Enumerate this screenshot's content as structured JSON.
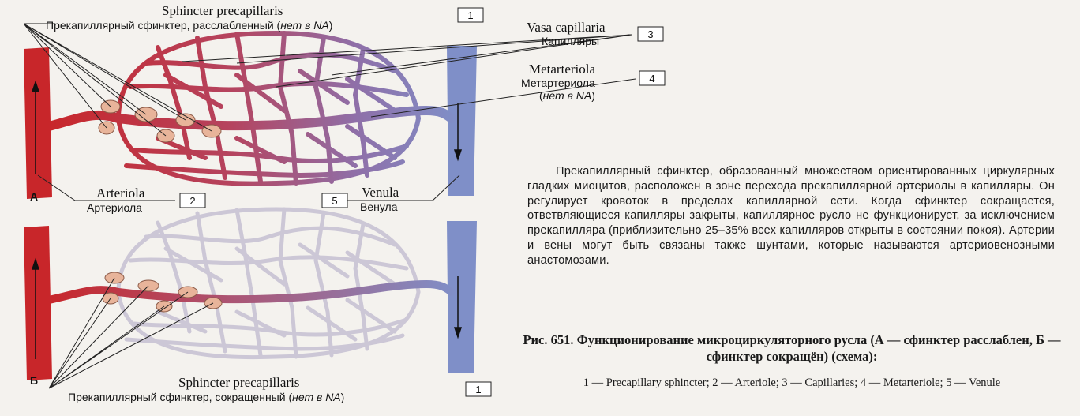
{
  "labels": {
    "sphincter_top_lat": "Sphincter precapillaris",
    "sphincter_top_ru": "Прекапиллярный сфинктер, расслабленный (",
    "sphincter_top_ru_it": "нет в NA",
    "sphincter_top_ru_end": ")",
    "capillaria_lat": "Vasa capillaria",
    "capillaria_ru": "Капилляры",
    "metarteriola_lat": "Metarteriola",
    "metarteriola_ru": "Метартериола",
    "metarteriola_note_open": "(",
    "metarteriola_note_it": "нет в NA",
    "metarteriola_note_close": ")",
    "arteriola_lat": "Arteriola",
    "arteriola_ru": "Артериола",
    "venula_lat": "Venula",
    "venula_ru": "Венула",
    "sphincter_bottom_lat": "Sphincter precapillaris",
    "sphincter_bottom_ru": "Прекапиллярный сфинктер, сокращенный (",
    "sphincter_bottom_ru_it": "нет в NA",
    "sphincter_bottom_ru_end": ")"
  },
  "numbers": {
    "n1": "1",
    "n2": "2",
    "n3": "3",
    "n4": "4",
    "n5": "5",
    "n1b": "1"
  },
  "panels": {
    "a": "А",
    "b": "Б"
  },
  "description": "Прекапиллярный сфинктер, образованный множеством ориентированных циркулярных гладких миоцитов, расположен в зоне перехода прекапиллярной артериолы в капилляры. Он регулирует кровоток в пределах капиллярной сети. Когда сфинктер сокращается, ответвляющиеся капилляры закрыты, капиллярное русло не функционирует, за исключением прекапилляра (приблизительно 25–35% всех капилляров открыты в состоянии покоя). Артерии и вены могут быть связаны также шунтами, которые называются артериовенозными анастомозами.",
  "caption": "Рис. 651. Функционирование микроциркуляторного русла (А — сфинктер расслаблен, Б — сфинктер сокращён) (схема):",
  "legend": "1 — Precapillary sphincter; 2 — Arteriole; 3 — Capillaries; 4 — Metarteriole; 5 — Venule",
  "colors": {
    "arteriole": "#c8262a",
    "venule": "#7f8fc8",
    "sphincter": "#e8b49a",
    "closed_capillary": "#ccc7d6"
  }
}
